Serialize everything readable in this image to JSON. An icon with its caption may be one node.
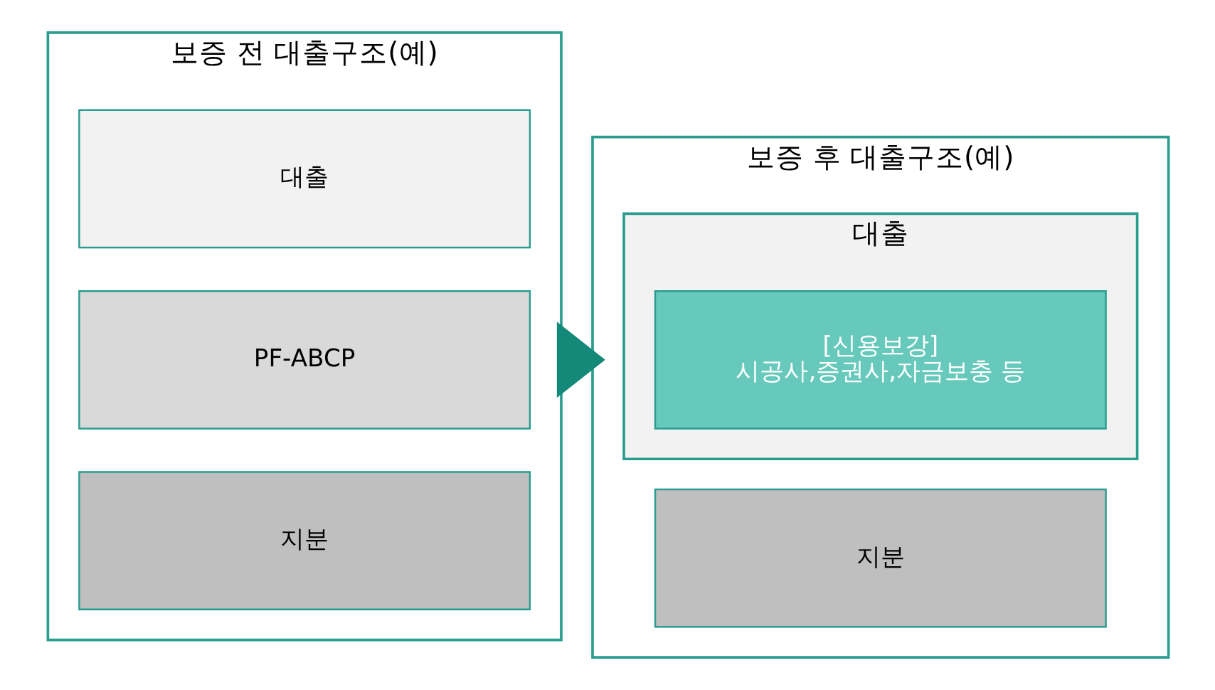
{
  "diagram": {
    "nodes": [
      {
        "text": [
          "보증 전 대출구조(예)"
        ]
      },
      {
        "text": [
          "대출"
        ],
        "in": 0
      },
      {
        "text": [
          "PF-ABCP"
        ],
        "in": 0
      },
      {
        "text": [
          "지분"
        ],
        "in": 0
      },
      {
        "text": [
          "보증 후 대출구조(예)"
        ]
      },
      {
        "text": [
          "대출"
        ],
        "in": 4
      },
      {
        "text": [
          "[신용보강]",
          "시공사,증권사,자금보충 등"
        ],
        "in": 5
      },
      {
        "text": [
          "지분"
        ],
        "in": 4
      }
    ],
    "edges": [
      {
        "from": 0,
        "to": 4,
        "arrow": "to",
        "style": "thick"
      }
    ]
  }
}
